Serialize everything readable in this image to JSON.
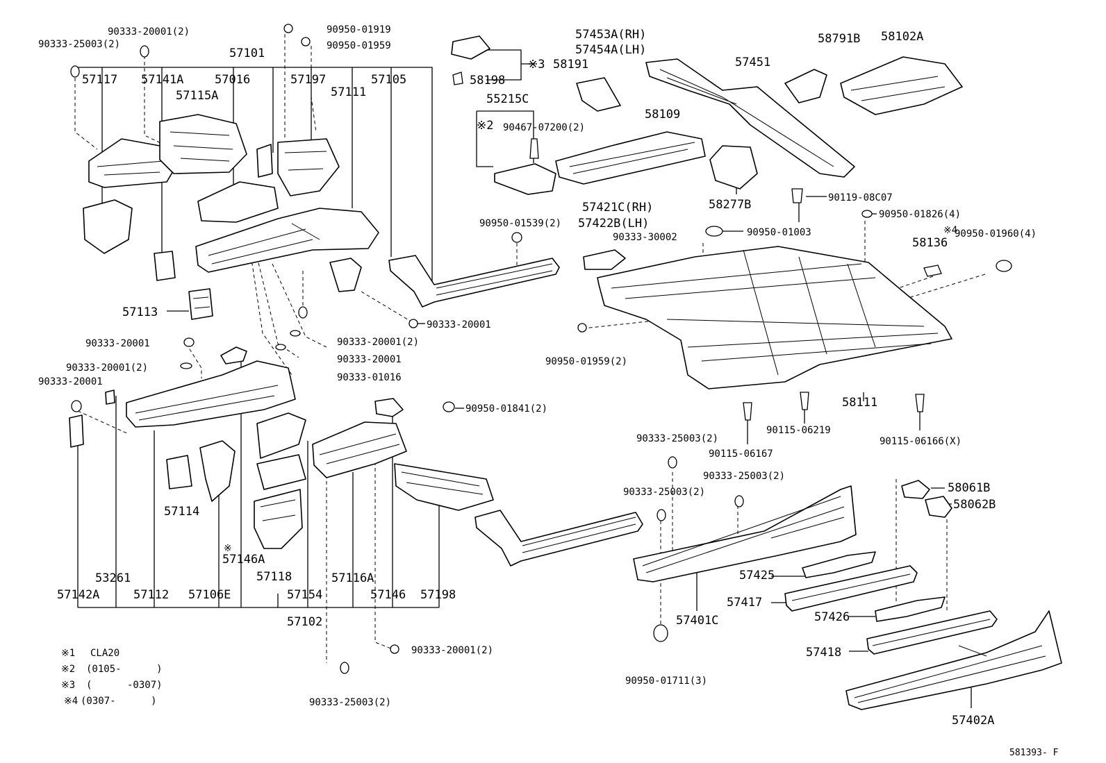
{
  "diagram": {
    "figure_code": "581393- F",
    "notes": [
      {
        "mark": "※1",
        "text": "CLA20"
      },
      {
        "mark": "※2",
        "text": "(0105-      )"
      },
      {
        "mark": "※3",
        "text": "(      -0307)"
      },
      {
        "mark": "※4",
        "text": "(0307-      )"
      }
    ],
    "labels": {
      "p90333_20001_2_a": "90333-20001(2)",
      "p90333_25003_2_a": "90333-25003(2)",
      "p90950_01919": "90950-01919",
      "p90950_01959": "90950-01959",
      "p57101": "57101",
      "p57117": "57117",
      "p57141A": "57141A",
      "p57016": "57016",
      "p57197": "57197",
      "p57111": "57111",
      "p57105": "57105",
      "p57115A": "57115A",
      "p58198": "58198",
      "p3mark": "※3",
      "p58191": "58191",
      "p55215C": "55215C",
      "p2mark": "※2",
      "p90467_07200_2": "90467-07200(2)",
      "p57453A": "57453A(RH)",
      "p57454A": "57454A(LH)",
      "p58109": "58109",
      "p57451": "57451",
      "p58791B": "58791B",
      "p58102A": "58102A",
      "p58277B": "58277B",
      "p90119_08C07": "90119-08C07",
      "p57421C": "57421C(RH)",
      "p57422B": "57422B(LH)",
      "p90950_01539_2": "90950-01539(2)",
      "p90333_30002": "90333-30002",
      "p90950_01003": "90950-01003",
      "p90950_01826_4": "90950-01826(4)",
      "p4mark": "※4",
      "p90950_01960_4": "90950-01960(4)",
      "p58136": "58136",
      "p57113": "57113",
      "p90333_20001_b": "90333-20001",
      "p90333_20001_c": "90333-20001",
      "p90333_20001_2_b": "90333-20001(2)",
      "p90333_20001_d": "90333-20001",
      "p90333_01016": "90333-01016",
      "p90333_20001_2_c": "90333-20001(2)",
      "p90333_20001_e": "90333-20001",
      "p90950_01959_2": "90950-01959(2)",
      "p58111": "58111",
      "p90115_06219": "90115-06219",
      "p90115_06167": "90115-06167",
      "p90115_06166": "90115-06166(X)",
      "p90950_01841_2": "90950-01841(2)",
      "p90333_25003_2_b": "90333-25003(2)",
      "p90333_25003_2_c": "90333-25003(2)",
      "p90333_25003_2_d": "90333-25003(2)",
      "p58061B": "58061B",
      "p58062B": "58062B",
      "p57114": "57114",
      "p146mark": "※",
      "p57146A": "57146A",
      "p53261": "53261",
      "p57118": "57118",
      "p57116A": "57116A",
      "p57142A": "57142A",
      "p57112": "57112",
      "p57106E": "57106E",
      "p57154": "57154",
      "p57146": "57146",
      "p57198": "57198",
      "p57102": "57102",
      "p57425": "57425",
      "p57417": "57417",
      "p57401C": "57401C",
      "p57426": "57426",
      "p57418": "57418",
      "p90950_01711_3": "90950-01711(3)",
      "p90333_20001_2_d": "90333-20001(2)",
      "p90333_25003_2_e": "90333-25003(2)",
      "p57402A": "57402A"
    }
  }
}
